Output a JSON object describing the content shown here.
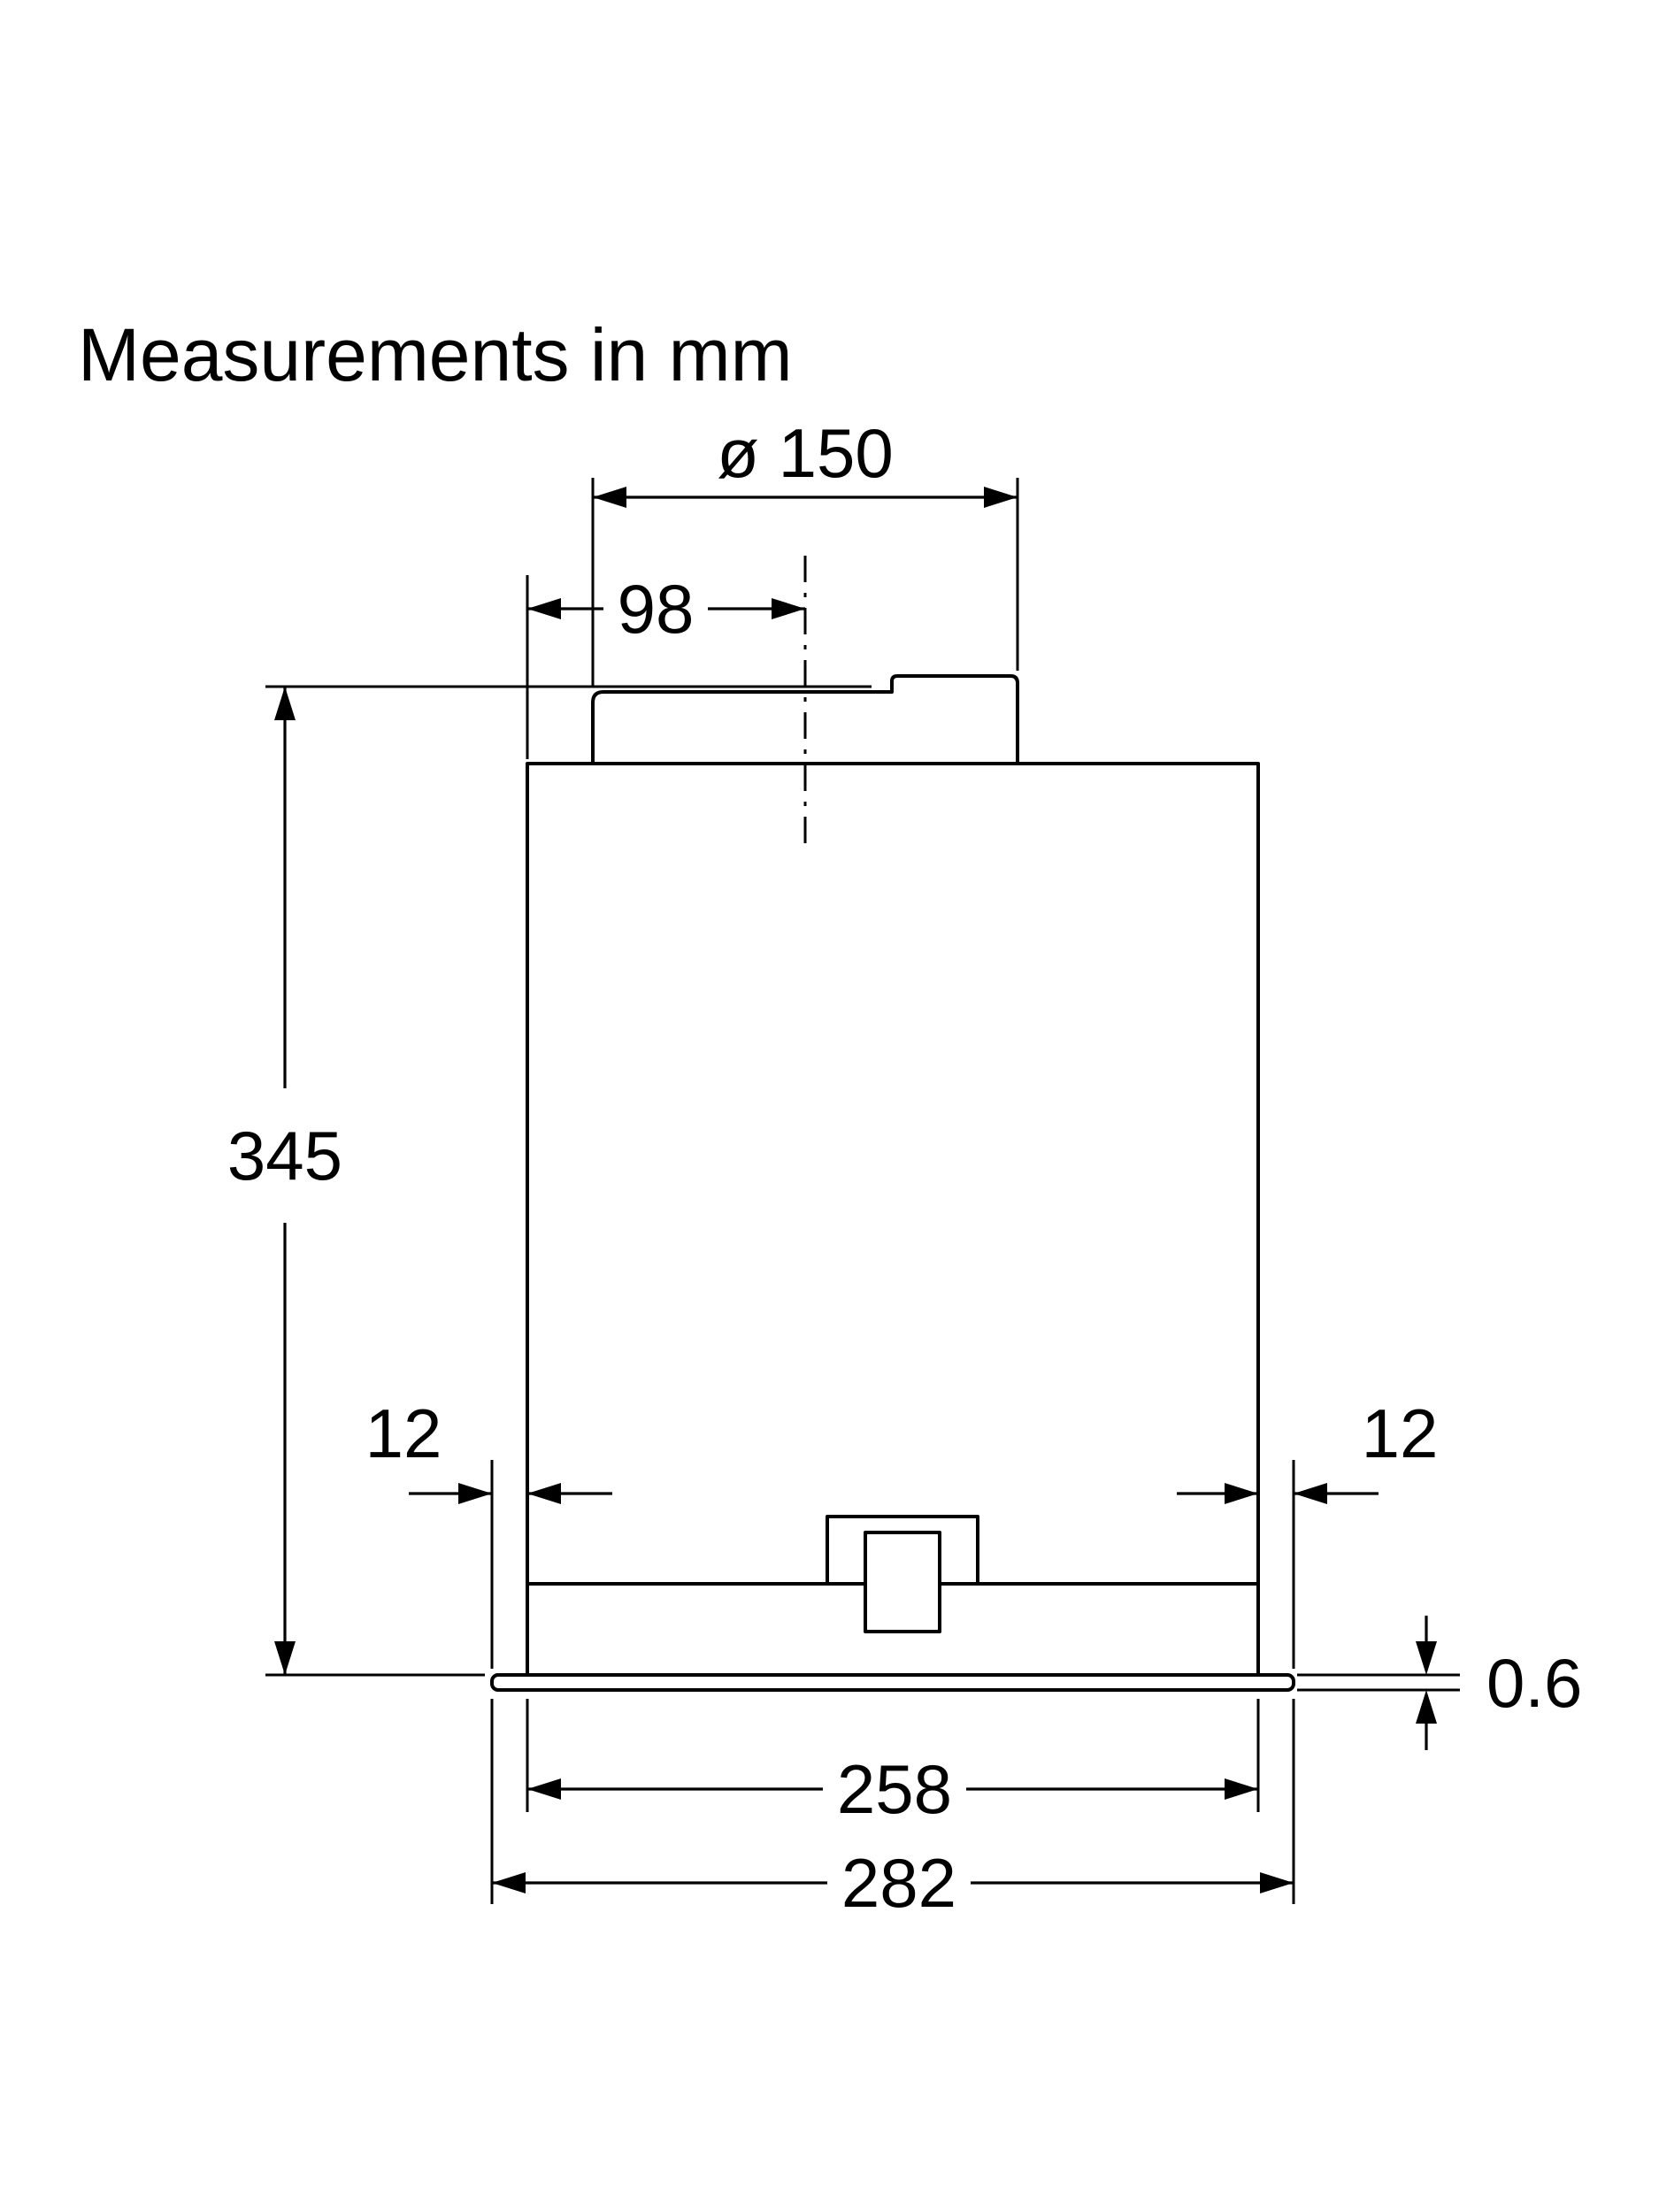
{
  "title": "Measurements in mm",
  "unit": "mm",
  "drawing": {
    "type": "technical-dimension-diagram",
    "line_color": "#000000",
    "background_color": "#ffffff",
    "dimensions": {
      "duct_diameter": {
        "label": "ø 150",
        "value": 150
      },
      "duct_offset_from_left": {
        "label": "98",
        "value": 98
      },
      "overall_height": {
        "label": "345",
        "value": 345
      },
      "flange_overhang_left": {
        "label": "12",
        "value": 12
      },
      "flange_overhang_right": {
        "label": "12",
        "value": 12
      },
      "flange_thickness": {
        "label": "0.6",
        "value": 0.6
      },
      "body_width": {
        "label": "258",
        "value": 258
      },
      "flange_width": {
        "label": "282",
        "value": 282
      }
    }
  }
}
